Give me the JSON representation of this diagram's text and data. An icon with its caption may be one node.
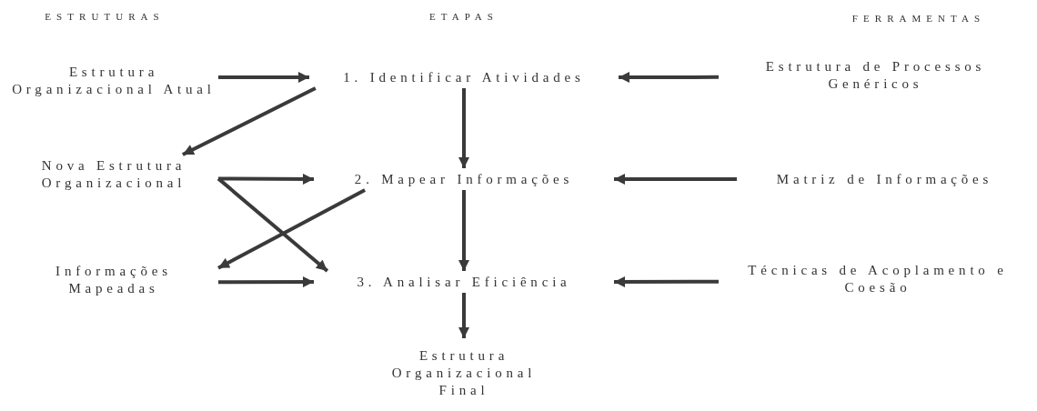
{
  "diagram": {
    "nodes": [
      {
        "text": [
          "Estrutura Organizacional Atual"
        ]
      },
      {
        "text": [
          "1. Identificar Atividades"
        ]
      },
      {
        "text": [
          "Estrutura de Processos Genéricos"
        ]
      },
      {
        "text": [
          "Nova Estrutura Organizacional"
        ]
      },
      {
        "text": [
          "2. Mapear Informações"
        ]
      },
      {
        "text": [
          "Matriz de Informações"
        ]
      },
      {
        "text": [
          "Informações Mapeadas"
        ]
      },
      {
        "text": [
          "3. Analisar Eficiência"
        ]
      },
      {
        "text": [
          "Técnicas de Acoplamento e Coesão"
        ]
      },
      {
        "text": [
          "Estrutura Organizacional Final"
        ]
      }
    ],
    "edges": [
      {
        "from": 0,
        "to": 1,
        "arrow": "to"
      },
      {
        "from": 2,
        "to": 1,
        "arrow": "to"
      },
      {
        "from": 1,
        "to": 3,
        "arrow": "to"
      },
      {
        "from": 1,
        "to": 4,
        "arrow": "to"
      },
      {
        "from": 3,
        "to": 4,
        "arrow": "to"
      },
      {
        "from": 3,
        "to": 7,
        "arrow": "to"
      },
      {
        "from": 5,
        "to": 4,
        "arrow": "to"
      },
      {
        "from": 4,
        "to": 6,
        "arrow": "to"
      },
      {
        "from": 4,
        "to": 7,
        "arrow": "to"
      },
      {
        "from": 6,
        "to": 7,
        "arrow": "to"
      },
      {
        "from": 8,
        "to": 7,
        "arrow": "to"
      },
      {
        "from": 7,
        "to": 9,
        "arrow": "to"
      }
    ],
    "labels": [
      "ESTRUTURAS",
      "ETAPAS",
      "FERRAMENTAS"
    ]
  }
}
